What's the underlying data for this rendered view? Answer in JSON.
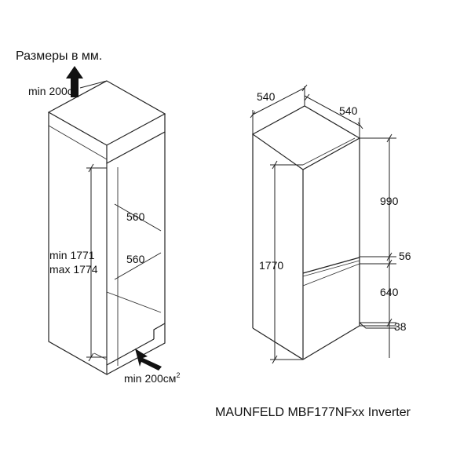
{
  "header": {
    "units_note": "Размеры в мм."
  },
  "niche": {
    "top_vent": "min 200c",
    "width_upper": "560",
    "width_lower": "560",
    "height_min": "min 1771",
    "height_max": "max 1774",
    "bottom_vent_main": "min 200см",
    "bottom_vent_sup": "2"
  },
  "fridge": {
    "width": "540",
    "depth": "540",
    "height": "1770",
    "upper_door": "990",
    "gap": "56",
    "lower_door": "640",
    "plinth": "38"
  },
  "footer": {
    "model": "MAUNFELD MBF177NFxx Inverter"
  }
}
